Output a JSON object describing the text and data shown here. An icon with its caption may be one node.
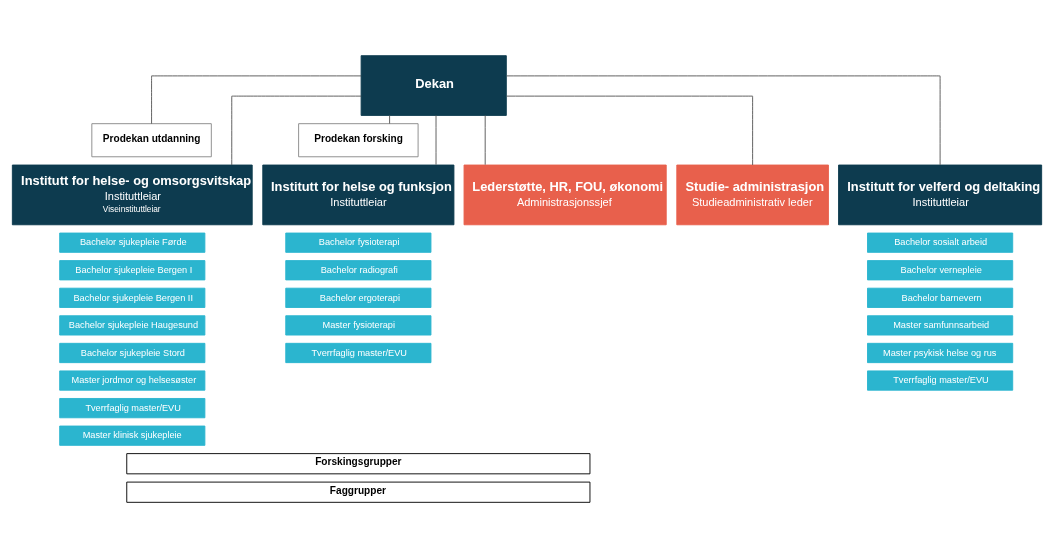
{
  "diagram": {
    "nodes": [
      {
        "text": [
          "Dekan"
        ]
      },
      {
        "text": [
          "Prodekan utdanning"
        ]
      },
      {
        "text": [
          "Prodekan forsking"
        ]
      },
      {
        "text": [
          "Lederstøtte, HR, FOU, økonomi",
          "Administrasjonssjef"
        ]
      },
      {
        "text": [
          "Studie- administrasjon",
          "Studieadministrativ leder"
        ]
      },
      {
        "text": [
          "Institutt for helse- og omsorgsvitskap",
          "Instituttleiar",
          "Viseinstituttleiar"
        ]
      },
      {
        "text": [
          "Bachelor sjukepleie Førde"
        ]
      },
      {
        "text": [
          "Bachelor sjukepleie Bergen I"
        ]
      },
      {
        "text": [
          "Bachelor sjukepleie Bergen II"
        ]
      },
      {
        "text": [
          "Bachelor sjukepleie Haugesund"
        ]
      },
      {
        "text": [
          "Bachelor sjukepleie Stord"
        ]
      },
      {
        "text": [
          "Master jordmor og helsesøster"
        ]
      },
      {
        "text": [
          "Tverrfaglig master/EVU"
        ]
      },
      {
        "text": [
          "Master klinisk sjukepleie"
        ]
      },
      {
        "text": [
          "Institutt for helse og funksjon",
          "Instituttleiar"
        ]
      },
      {
        "text": [
          "Bachelor fysioterapi"
        ]
      },
      {
        "text": [
          "Bachelor radiografi"
        ]
      },
      {
        "text": [
          "Bachelor ergoterapi"
        ]
      },
      {
        "text": [
          "Master fysioterapi"
        ]
      },
      {
        "text": [
          "Tverrfaglig master/EVU"
        ]
      },
      {
        "text": [
          "Institutt for velferd og deltaking",
          "Instituttleiar"
        ]
      },
      {
        "text": [
          "Bachelor sosialt arbeid"
        ]
      },
      {
        "text": [
          "Bachelor vernepleie"
        ]
      },
      {
        "text": [
          "Bachelor barnevern"
        ]
      },
      {
        "text": [
          "Master samfunnsarbeid"
        ]
      },
      {
        "text": [
          "Master psykisk helse og rus"
        ]
      },
      {
        "text": [
          "Tverrfaglig master/EVU"
        ]
      },
      {
        "text": [
          "Forskingsgrupper"
        ]
      },
      {
        "text": [
          "Faggrupper"
        ]
      }
    ],
    "edges": [
      {
        "from": 0,
        "to": 3,
        "arrow": "none"
      },
      {
        "from": 0,
        "to": 4,
        "arrow": "none"
      },
      {
        "from": 0,
        "to": 1,
        "arrow": "none"
      },
      {
        "from": 0,
        "to": 2,
        "arrow": "none"
      },
      {
        "from": 0,
        "to": 5,
        "arrow": "none"
      },
      {
        "from": 0,
        "to": 14,
        "arrow": "none"
      },
      {
        "from": 0,
        "to": 20,
        "arrow": "none"
      }
    ]
  }
}
